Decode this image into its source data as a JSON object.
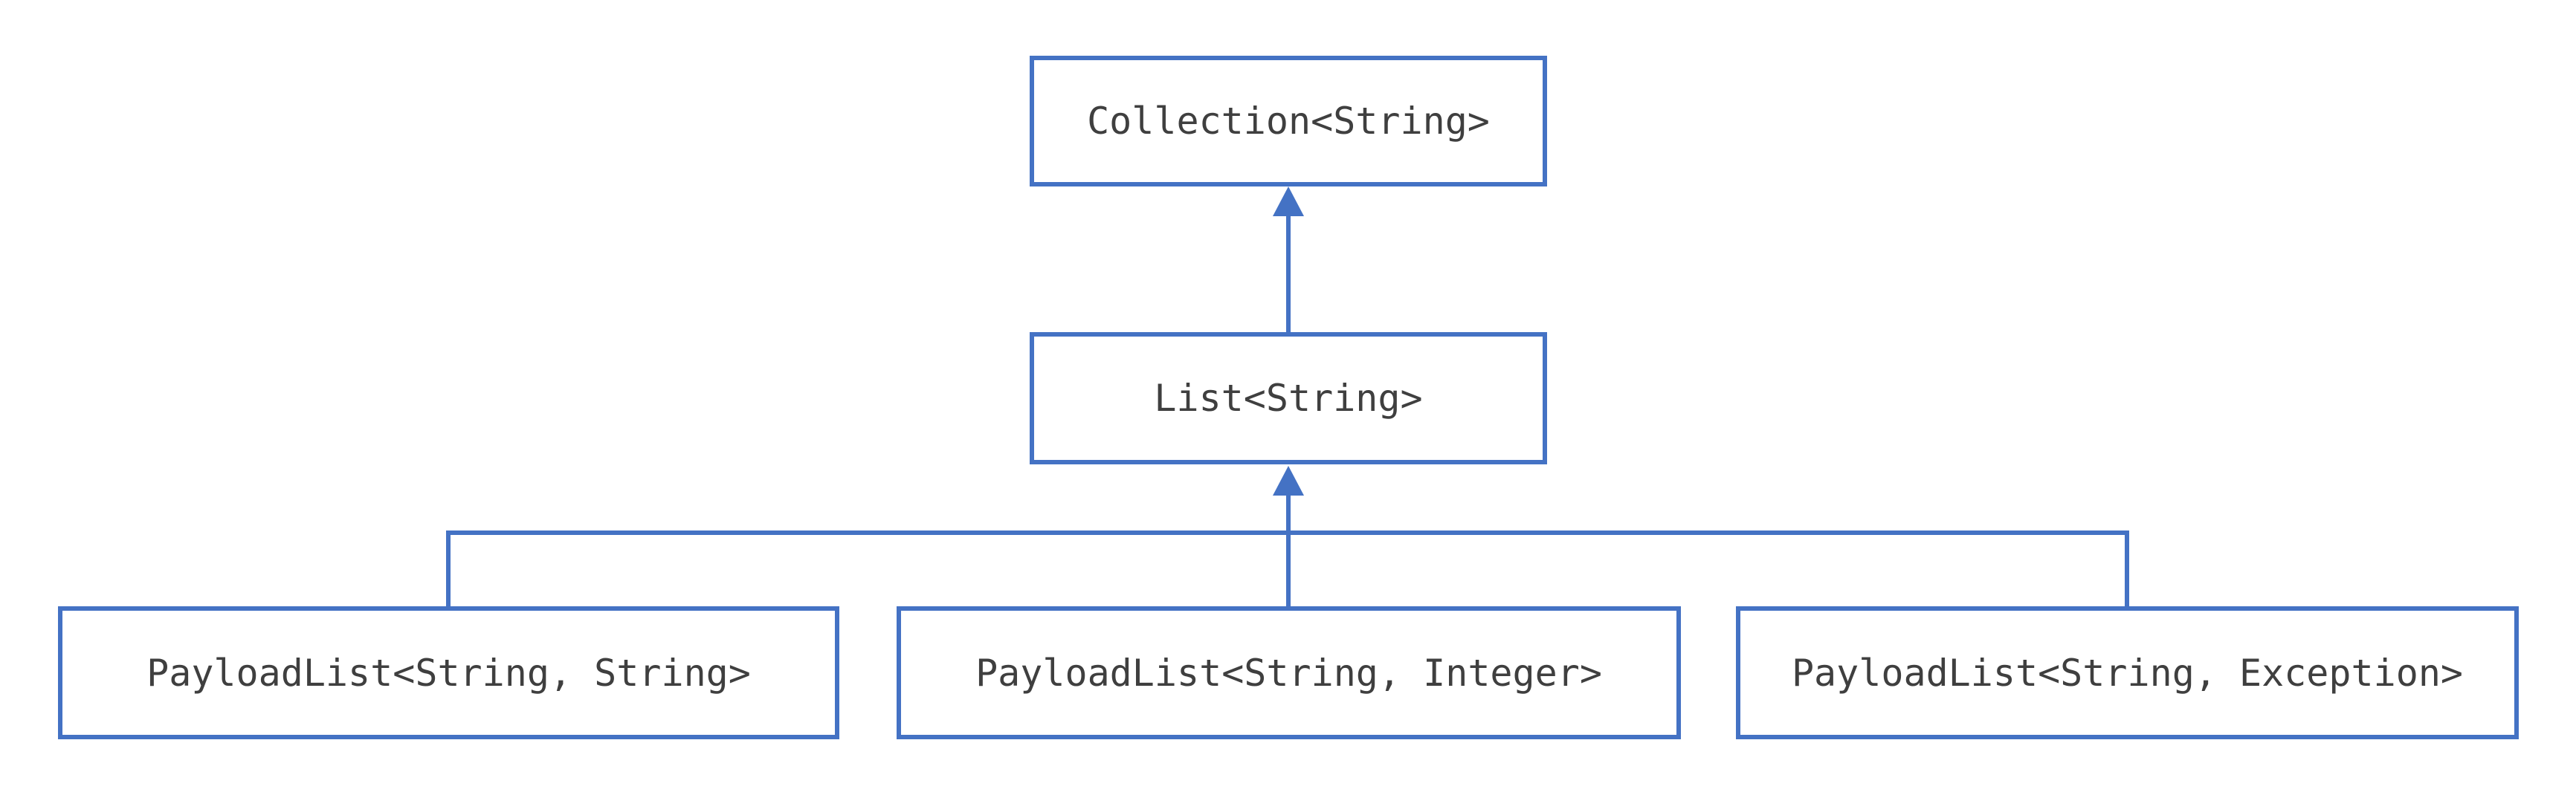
{
  "diagram": {
    "title": "Generic type hierarchy diagram",
    "type": "class-inheritance-hierarchy",
    "colors": {
      "accent": "#4472C4",
      "text": "#3F3F3F",
      "bg": "#FFFFFF"
    },
    "nodes": [
      {
        "id": "collection",
        "label": "Collection<String>"
      },
      {
        "id": "list",
        "label": "List<String>"
      },
      {
        "id": "payload-string",
        "label": "PayloadList<String, String>"
      },
      {
        "id": "payload-integer",
        "label": "PayloadList<String, Integer>"
      },
      {
        "id": "payload-exception",
        "label": "PayloadList<String, Exception>"
      }
    ],
    "edges": [
      {
        "from": "List<String>",
        "to": "Collection<String>",
        "style": "solid-arrow-up"
      },
      {
        "from": "PayloadList<String, String>",
        "to": "List<String>",
        "style": "solid-arrow-up"
      },
      {
        "from": "PayloadList<String, Integer>",
        "to": "List<String>",
        "style": "solid-arrow-up"
      },
      {
        "from": "PayloadList<String, Exception>",
        "to": "List<String>",
        "style": "solid-arrow-up"
      }
    ]
  }
}
